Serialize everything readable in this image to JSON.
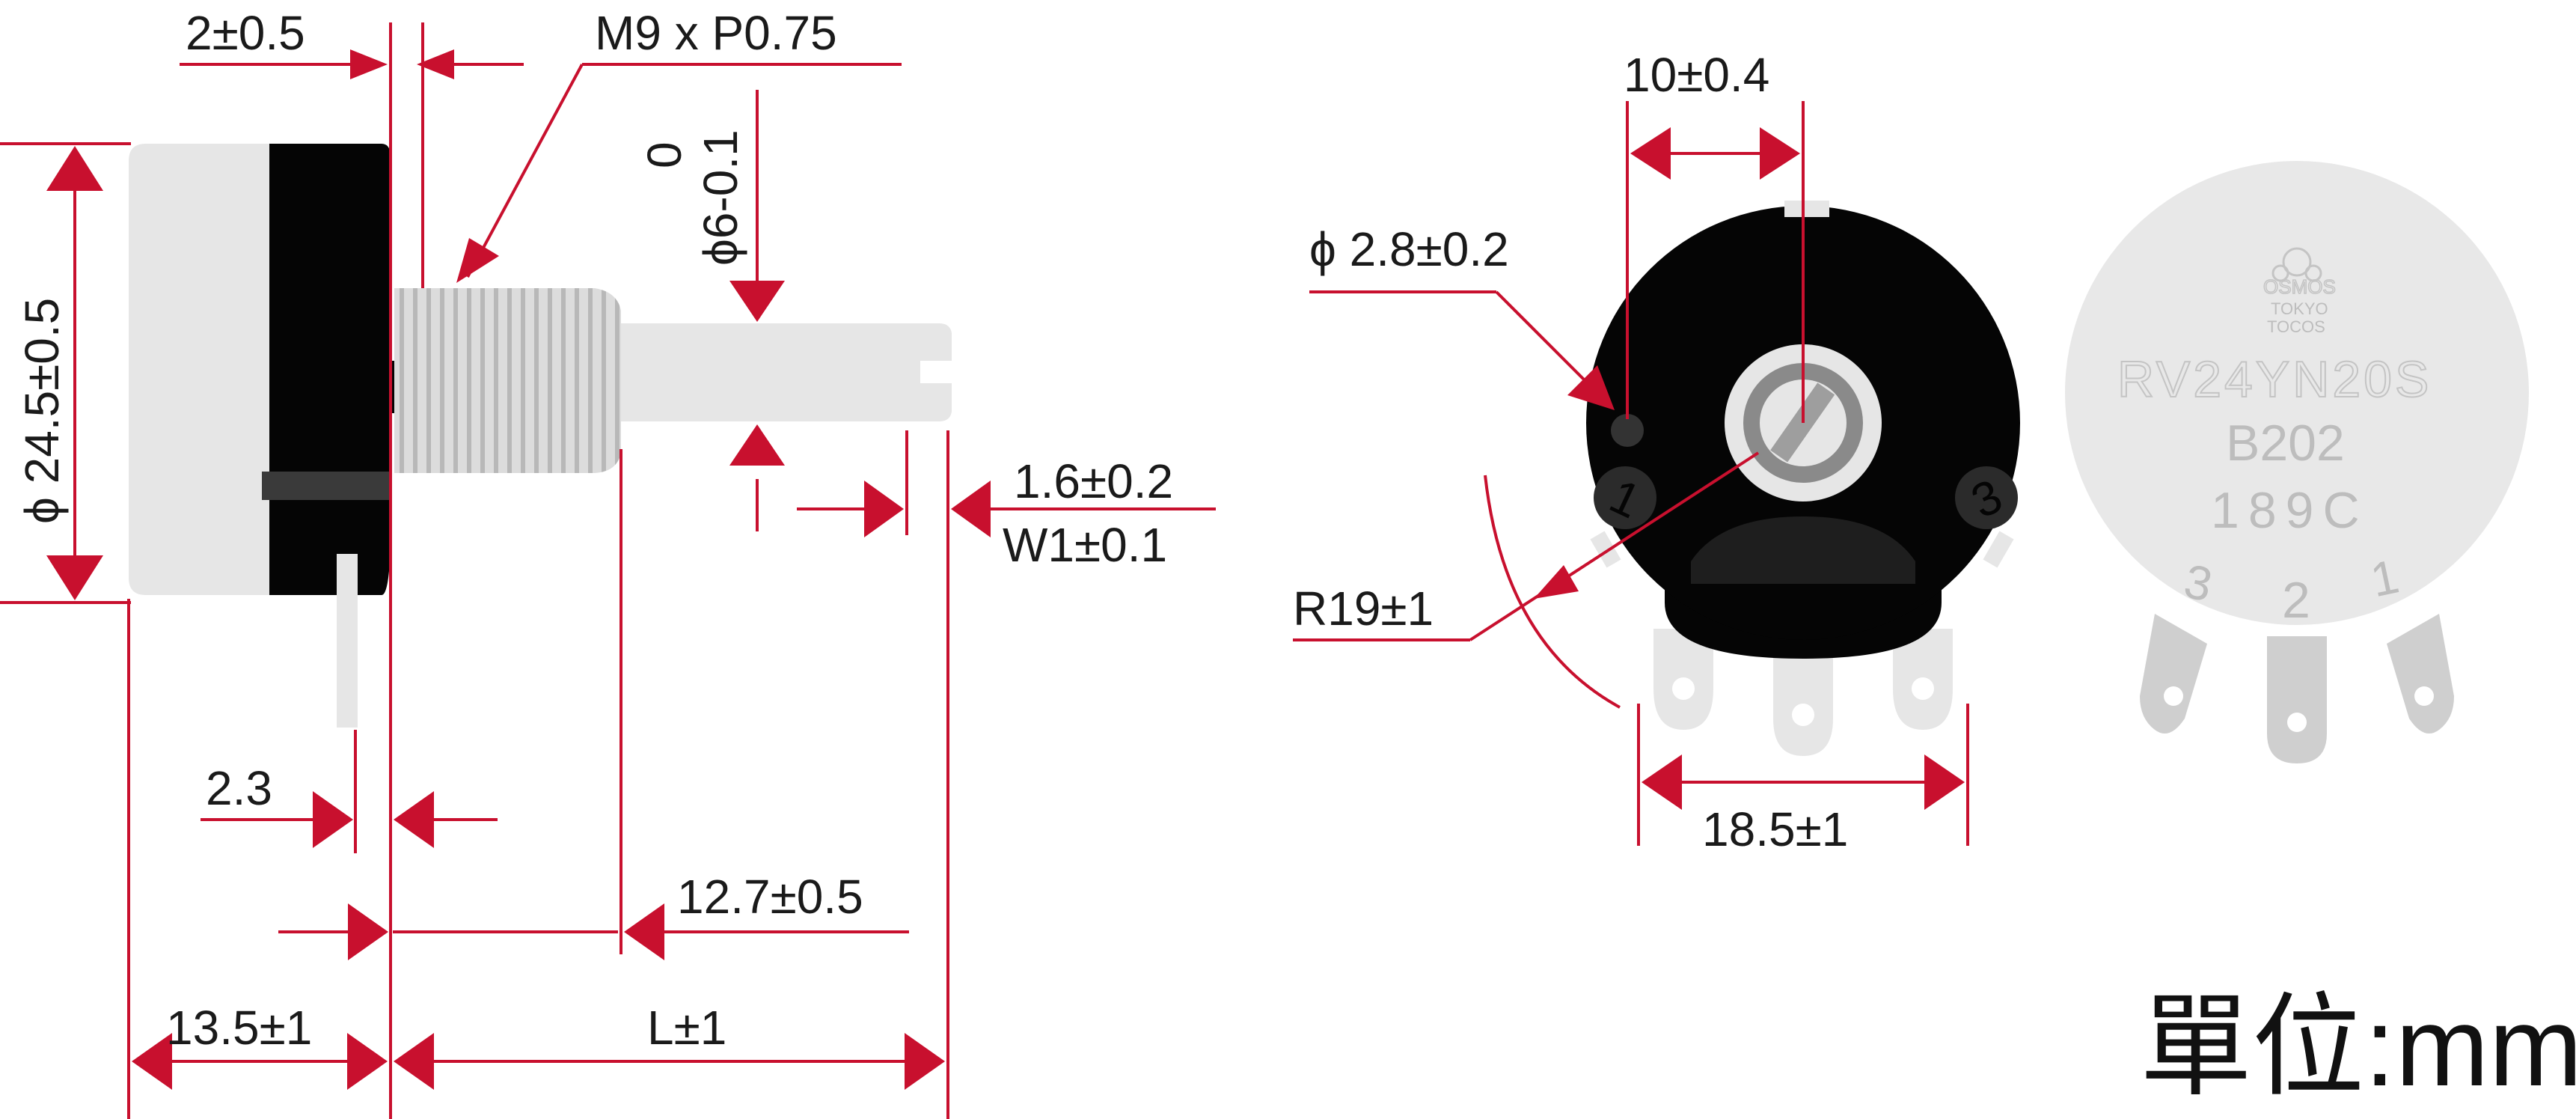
{
  "side_view": {
    "dimensions": {
      "flange_thickness": "2±0.5",
      "thread_spec": "M9 x P0.75",
      "shaft_tol_upper": "0",
      "shaft_diameter": "ϕ6-0.1",
      "body_diameter": "ϕ 24.5±0.5",
      "slot_width": "1.6±0.2",
      "flat_width": "W1±0.1",
      "terminal_offset": "2.3",
      "bushing_length": "12.7±0.5",
      "body_depth": "13.5±1",
      "shaft_length": "L±1"
    }
  },
  "front_view": {
    "dimensions": {
      "stopper_offset": "10±0.4",
      "stopper_hole": "ϕ 2.8±0.2",
      "terminal_radius": "R19±1",
      "terminal_pitch": "18.5±1"
    },
    "terminal_marks": [
      "1",
      "3"
    ]
  },
  "rear_view": {
    "brand_sub": "TOKYO",
    "brand_logo": "OSMOS",
    "brand_name": "TOCOS",
    "model": "RV24YN20S",
    "resistance_code": "B202",
    "date_code": "189C",
    "terminal_numbers": [
      "3",
      "2",
      "1"
    ]
  },
  "unit_label": "單位:mm",
  "colors": {
    "dimension": "#c8102e",
    "body_black": "#050505",
    "metal_light": "#e6e6e6",
    "rear_case": "#e8e8e8"
  }
}
